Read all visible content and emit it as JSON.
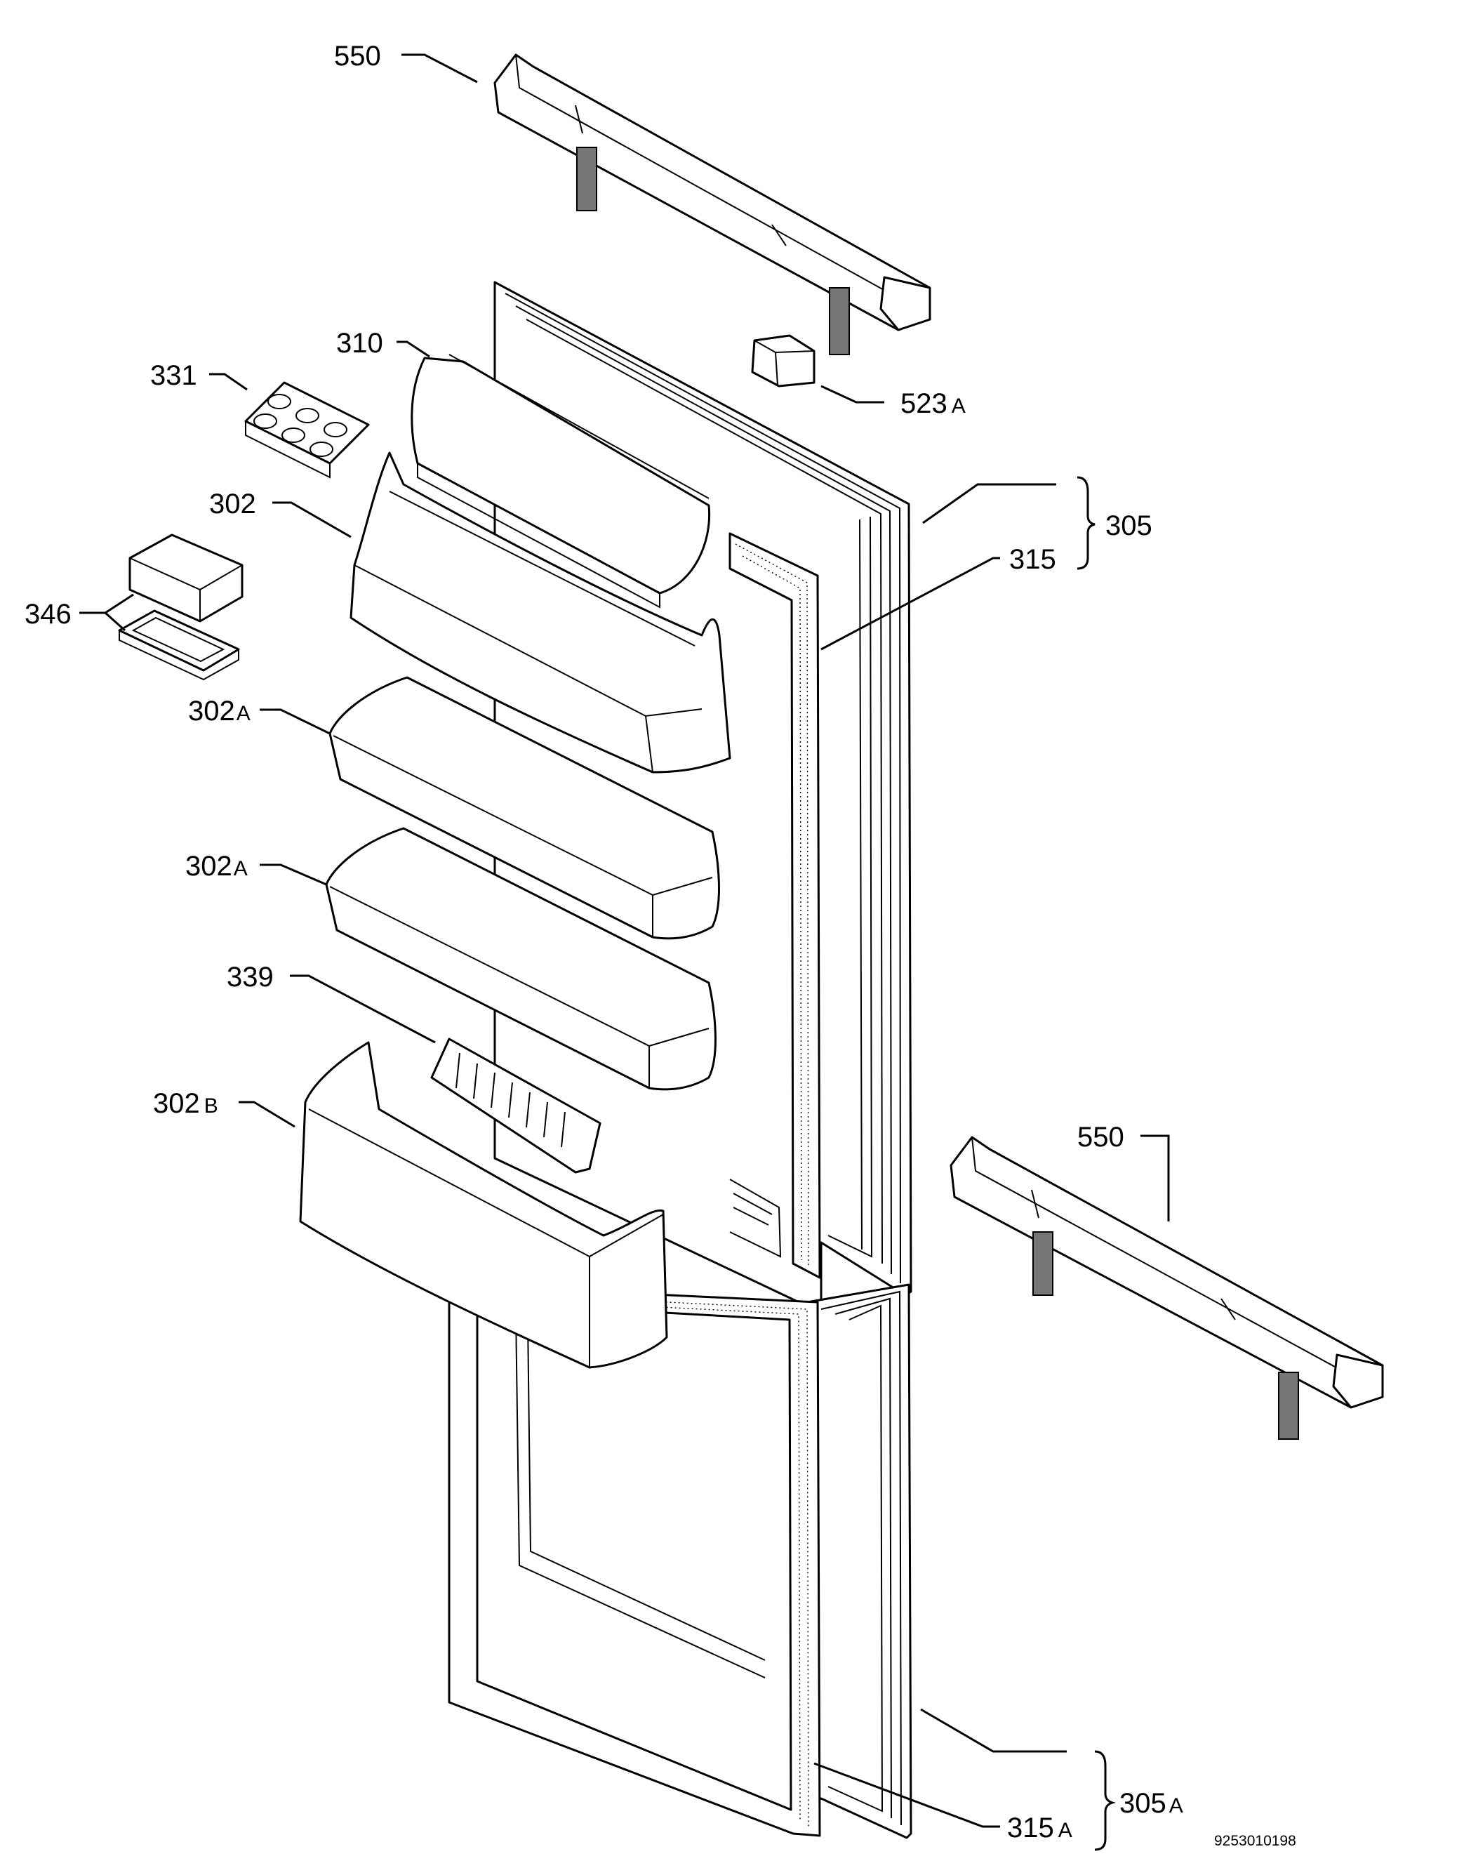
{
  "callouts": [
    {
      "id": "550-top",
      "number": "550",
      "suffix": ""
    },
    {
      "id": "310",
      "number": "310",
      "suffix": ""
    },
    {
      "id": "331",
      "number": "331",
      "suffix": ""
    },
    {
      "id": "523a",
      "number": "523",
      "suffix": "A"
    },
    {
      "id": "302",
      "number": "302",
      "suffix": ""
    },
    {
      "id": "305",
      "number": "305",
      "suffix": ""
    },
    {
      "id": "315",
      "number": "315",
      "suffix": ""
    },
    {
      "id": "346",
      "number": "346",
      "suffix": ""
    },
    {
      "id": "302a-upper",
      "number": "302",
      "suffix": "A"
    },
    {
      "id": "302a-lower",
      "number": "302",
      "suffix": "A"
    },
    {
      "id": "339",
      "number": "339",
      "suffix": ""
    },
    {
      "id": "302b",
      "number": "302",
      "suffix": "B"
    },
    {
      "id": "550-right",
      "number": "550",
      "suffix": ""
    },
    {
      "id": "305a",
      "number": "305",
      "suffix": "A"
    },
    {
      "id": "315a",
      "number": "315",
      "suffix": "A"
    }
  ],
  "drawing_code": "9253010198"
}
